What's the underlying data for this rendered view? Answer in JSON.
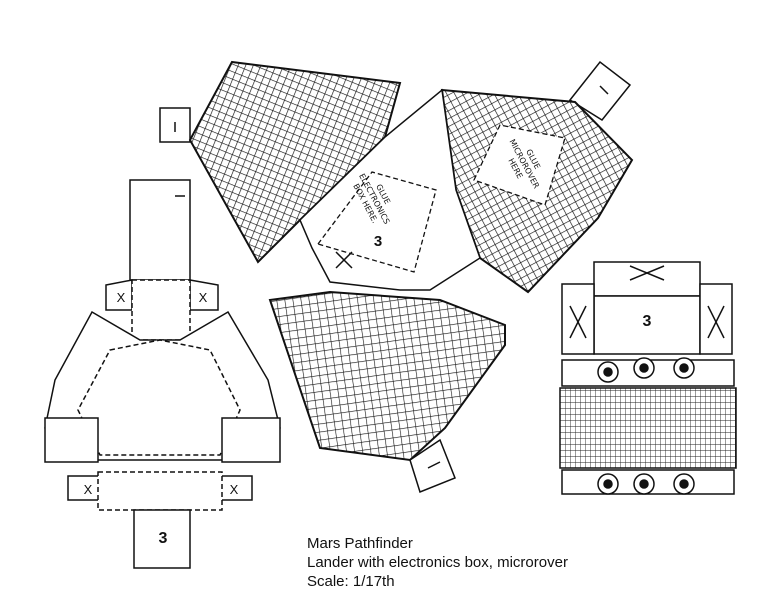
{
  "caption": {
    "title": "Mars Pathfinder",
    "subtitle": "Lander with electronics box, microrover",
    "scale": "Scale:  1/17th"
  },
  "marks": {
    "part_number": "3",
    "glue_electronics_box": [
      "GLUE",
      "ELECTRONICS",
      "BOX HERE."
    ],
    "glue_microrover": [
      "GLUE",
      "MICROROVER",
      "HERE"
    ],
    "x_mark": "X",
    "tab_tick": "I"
  }
}
